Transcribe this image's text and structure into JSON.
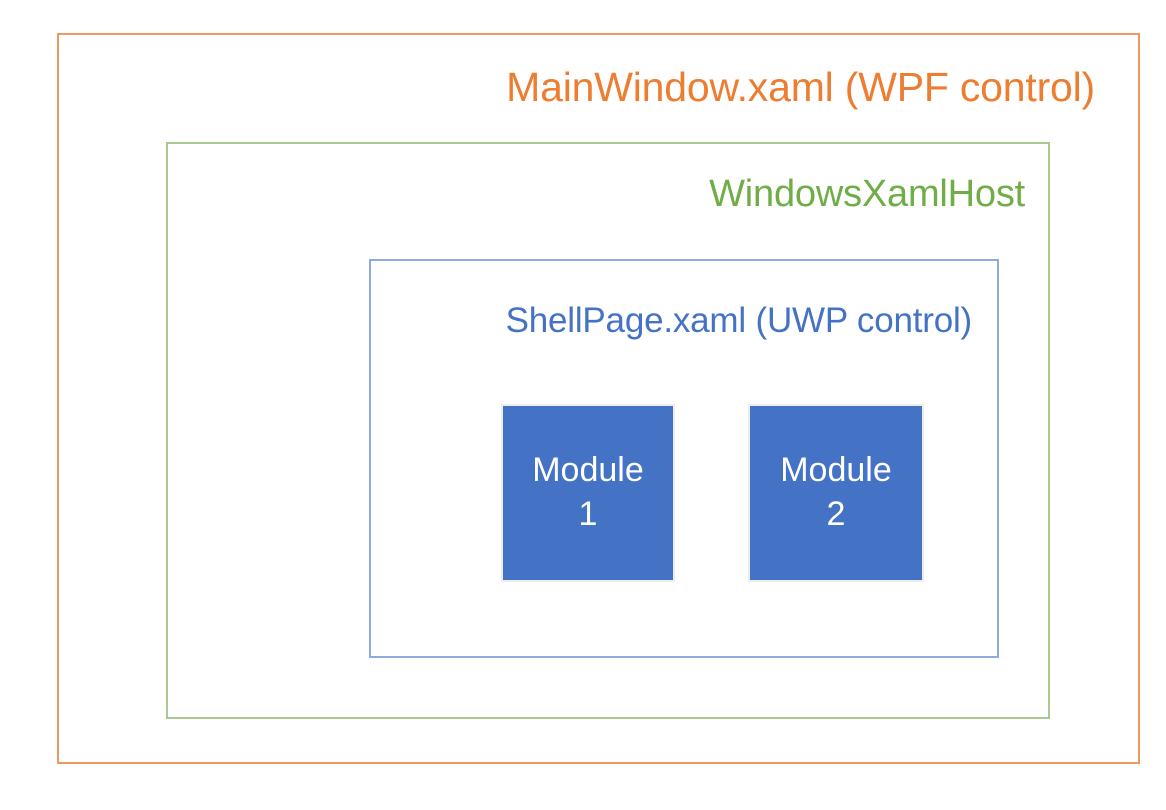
{
  "diagram": {
    "type": "nested-containers",
    "background_color": "#FFFFFF",
    "title": "MainWindow.xaml (WPF control)",
    "containers": [
      {
        "name": "outer-container",
        "label": "MainWindow.xaml (WPF control)",
        "text_color": "#ED7D31",
        "border_color": "#ED9A62",
        "fill": "none"
      },
      {
        "name": "middle-container",
        "label": "WindowsXamlHost",
        "text_color": "#70AD47",
        "border_color": "#A9C98E",
        "fill": "none"
      },
      {
        "name": "inner-container",
        "label": "ShellPage.xaml (UWP control)",
        "text_color": "#4472C4",
        "border_color": "#8FAADC",
        "fill": "none"
      }
    ],
    "modules": [
      {
        "name": "module-1",
        "line1": "Module",
        "line2": "1",
        "fill_color": "#4472C4",
        "text_color": "#FFFFFF",
        "border_color": "#EDEDED"
      },
      {
        "name": "module-2",
        "line1": "Module",
        "line2": "2",
        "fill_color": "#4472C4",
        "text_color": "#FFFFFF",
        "border_color": "#EDEDED"
      }
    ]
  }
}
